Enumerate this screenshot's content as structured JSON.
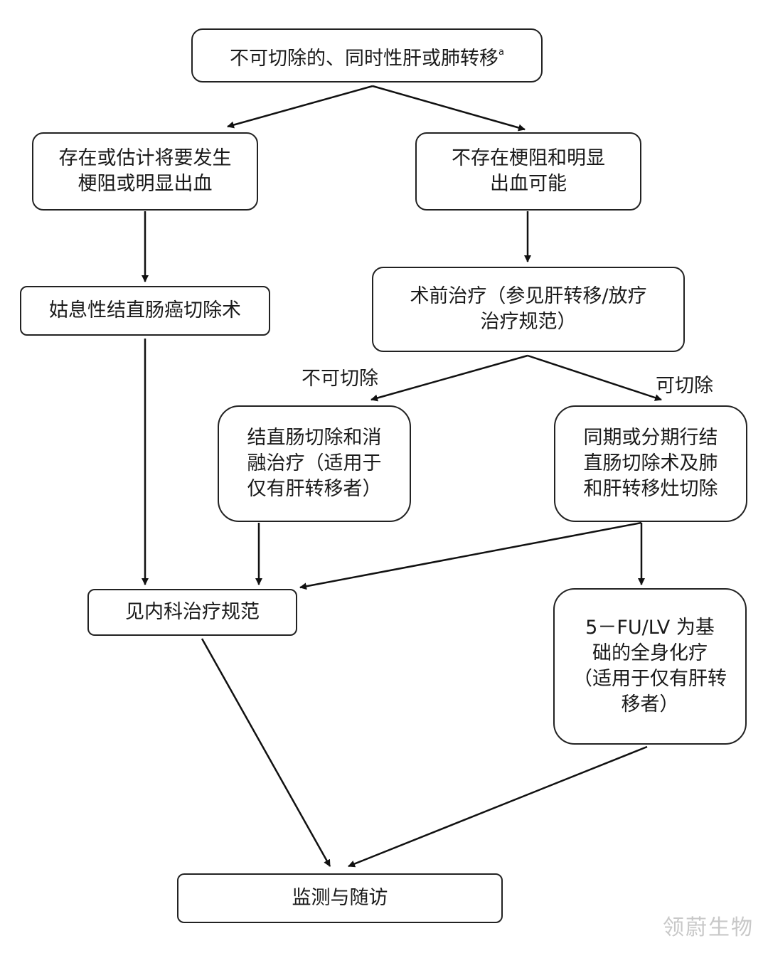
{
  "nodes": {
    "start": {
      "text": "不可切除的、同时性肝或肺转移",
      "sup": "a"
    },
    "obstruction": {
      "lines": [
        "存在或估计将要发生",
        "梗阻或明显出血"
      ]
    },
    "no_obstruction": {
      "lines": [
        "不存在梗阻和明显",
        "出血可能"
      ]
    },
    "palliative": {
      "lines": [
        "姑息性结直肠癌切除术"
      ]
    },
    "preop": {
      "lines": [
        "术前治疗（参见肝转移/放疗",
        "治疗规范）"
      ]
    },
    "ablation": {
      "lines": [
        "结直肠切除和消",
        "融治疗（适用于",
        "仅有肝转移者）"
      ]
    },
    "resection": {
      "lines": [
        "同期或分期行结",
        "直肠切除术及肺",
        "和肝转移灶切除"
      ]
    },
    "medical": {
      "lines": [
        "见内科治疗规范"
      ]
    },
    "chemo": {
      "lines": [
        "5－FU/LV 为基",
        "础的全身化疗",
        "（适用于仅有肝转",
        "移者）"
      ]
    },
    "followup": {
      "lines": [
        "监测与随访"
      ]
    }
  },
  "edge_labels": {
    "unresectable": "不可切除",
    "resectable": "可切除"
  },
  "watermark": "领蔚生物"
}
